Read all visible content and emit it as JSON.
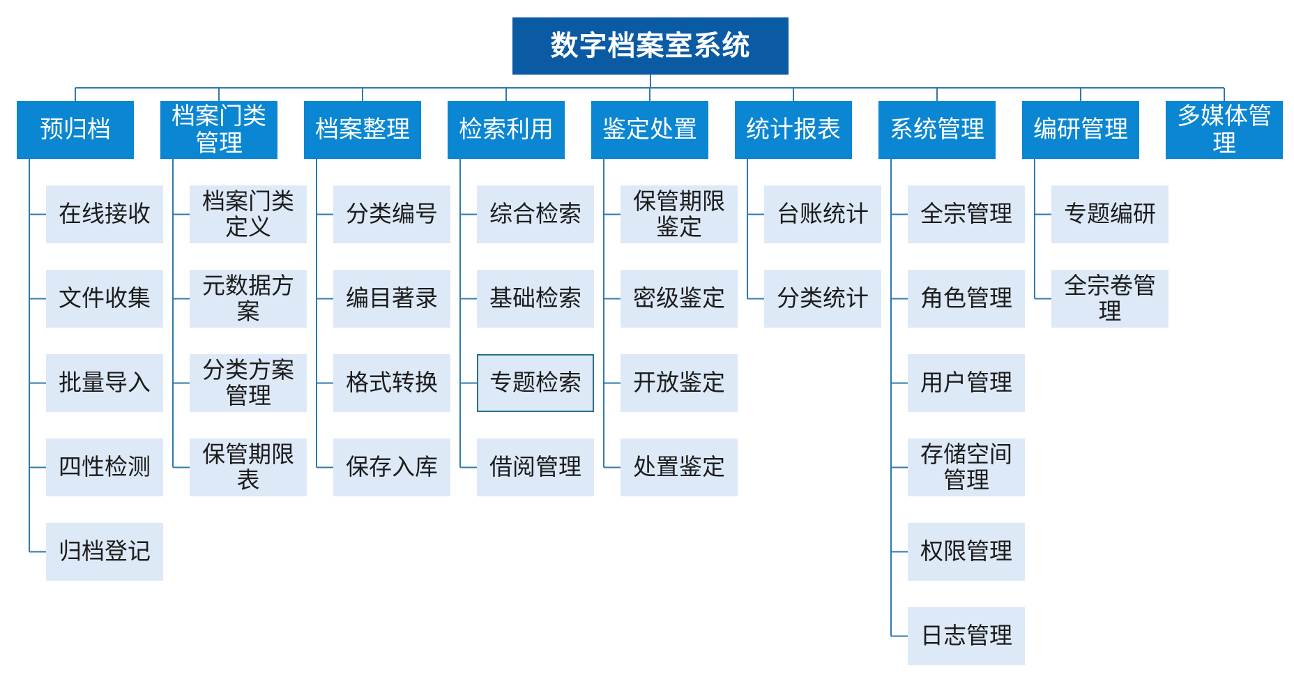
{
  "title": "数字档案室系统",
  "colors": {
    "root_bg": "#0b5aa4",
    "category_bg": "#0a86d2",
    "item_bg": "#dde9f7",
    "connector": "#2f78ad",
    "highlight_border": "#2a6f86"
  },
  "categories": [
    {
      "label": "预归档",
      "items": [
        "在线接收",
        "文件收集",
        "批量导入",
        "四性检测",
        "归档登记"
      ]
    },
    {
      "label": "档案门类管理",
      "items": [
        "档案门类定义",
        "元数据方案",
        "分类方案管理",
        "保管期限表"
      ]
    },
    {
      "label": "档案整理",
      "items": [
        "分类编号",
        "编目著录",
        "格式转换",
        "保存入库"
      ]
    },
    {
      "label": "检索利用",
      "items": [
        "综合检索",
        "基础检索",
        "专题检索",
        "借阅管理"
      ],
      "highlighted_item": 2
    },
    {
      "label": "鉴定处置",
      "items": [
        "保管期限鉴定",
        "密级鉴定",
        "开放鉴定",
        "处置鉴定"
      ]
    },
    {
      "label": "统计报表",
      "items": [
        "台账统计",
        "分类统计"
      ]
    },
    {
      "label": "系统管理",
      "items": [
        "全宗管理",
        "角色管理",
        "用户管理",
        "存储空间管理",
        "权限管理",
        "日志管理"
      ]
    },
    {
      "label": "编研管理",
      "items": [
        "专题编研",
        "全宗卷管理"
      ]
    },
    {
      "label": "多媒体管理",
      "items": []
    }
  ]
}
